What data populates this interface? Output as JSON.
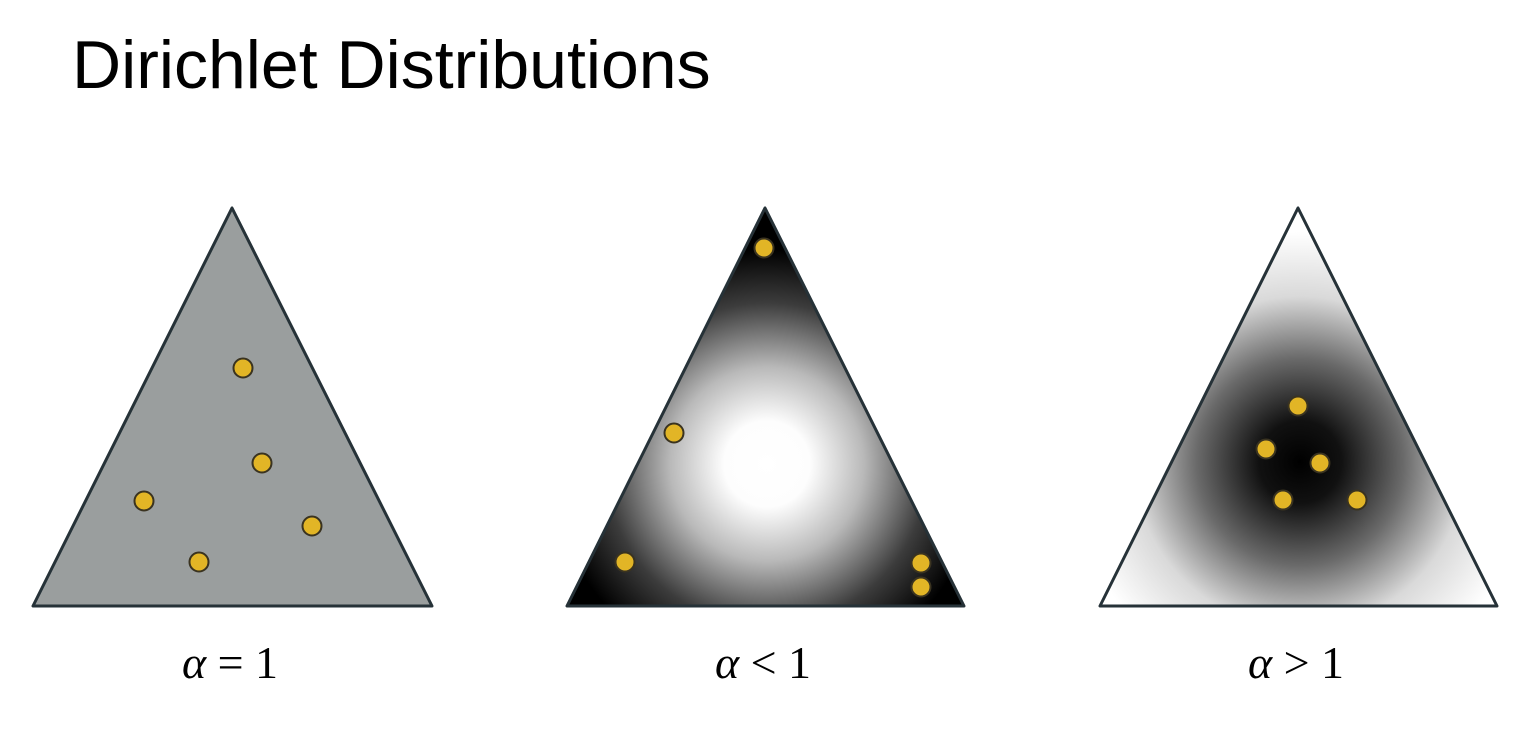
{
  "title": "Dirichlet Distributions",
  "panels": [
    {
      "id": "uniform",
      "label_symbol": "α",
      "label_relation": "= 1",
      "fill": "#9a9e9e",
      "density": "uniform",
      "samples": 5
    },
    {
      "id": "sparse",
      "label_symbol": "α",
      "label_relation": "< 1",
      "density": "mass concentrated at corners, white at center",
      "samples": 5
    },
    {
      "id": "dense",
      "label_symbol": "α",
      "label_relation": "> 1",
      "density": "mass concentrated at center, white at corners",
      "samples": 5
    }
  ],
  "colors": {
    "triangle_stroke": "#263238",
    "sample_fill": "#e2b526",
    "sample_stroke": "#3a3320"
  }
}
